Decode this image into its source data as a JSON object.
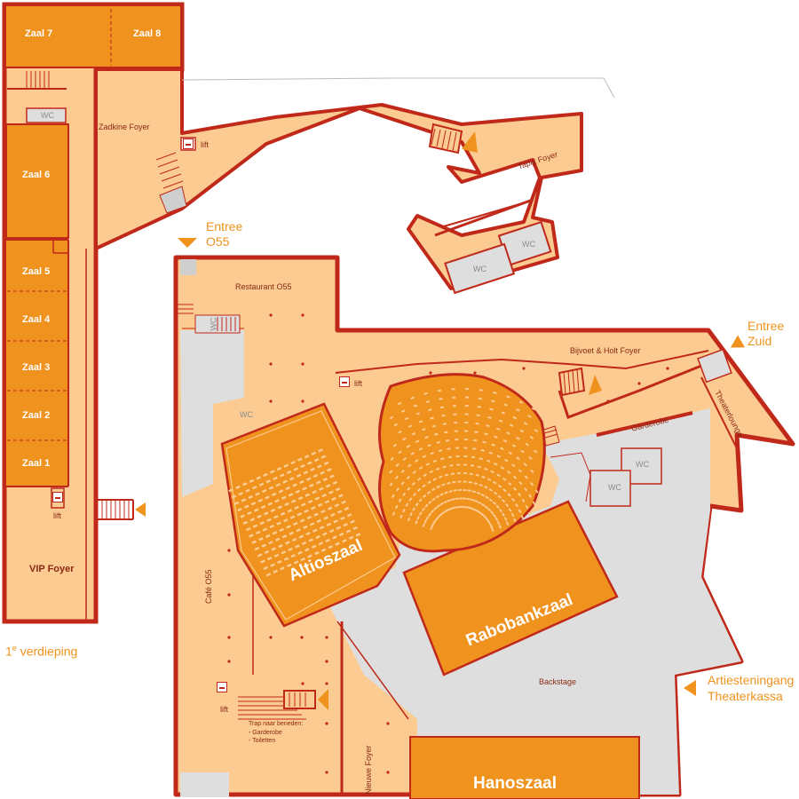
{
  "colors": {
    "wall": "#c0281a",
    "floor": "#fbcb91",
    "hall": "#f0921e",
    "hall_dark": "#e9891c",
    "backstage": "#dedede",
    "service": "#cfcfcf",
    "accent_text": "#f0921e",
    "dark_text": "#8a2a14"
  },
  "halls": {
    "zaal7": "Zaal 7",
    "zaal8": "Zaal 8",
    "zaal6": "Zaal 6",
    "zaal5": "Zaal 5",
    "zaal4": "Zaal 4",
    "zaal3": "Zaal 3",
    "zaal2": "Zaal 2",
    "zaal1": "Zaal 1",
    "altioszaal": "Altioszaal",
    "rabobankzaal": "Rabobankzaal",
    "hanoszaal": "Hanoszaal"
  },
  "areas": {
    "zadkine_foyer": "Zadkine Foyer",
    "tapijt_foyer": "Tapijt Foyer",
    "vip_foyer": "VIP Foyer",
    "restaurant": "Restaurant O55",
    "bijvoet_holt": "Bijvoet & Holt Foyer",
    "theaterlounge": "Theaterlounge",
    "garderobe": "Garderobe",
    "cafe": "Café O55",
    "nieuwe_foyer": "Nieuwe Foyer",
    "backstage": "Backstage"
  },
  "entrances": {
    "entree_o55_line1": "Entree",
    "entree_o55_line2": "O55",
    "entree_zuid_line1": "Entree",
    "entree_zuid_line2": "Zuid",
    "artiest_line1": "Artiesteningang",
    "artiest_line2": "Theaterkassa"
  },
  "facilities": {
    "wc": "WC",
    "lift": "lift",
    "stairs_note_line1": "Trap naar beneden:",
    "stairs_note_line2": "- Garderobe",
    "stairs_note_line3": "- Toiletten"
  },
  "floor_label": {
    "prefix": "1",
    "sup": "e",
    "suffix": " verdieping"
  }
}
